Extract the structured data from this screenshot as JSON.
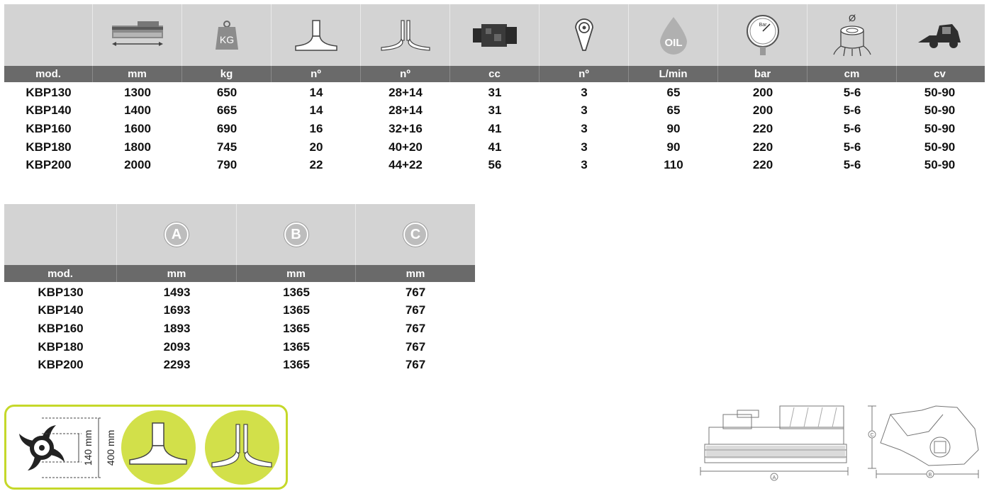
{
  "table1": {
    "icons": [
      "mod-blank",
      "width-machine-icon",
      "kg-weight-icon",
      "hammer-flail-icon",
      "y-blade-icon",
      "motor-icon",
      "belt-icon",
      "oil-icon",
      "pressure-gauge-icon",
      "stump-diameter-icon",
      "skid-steer-icon"
    ],
    "icon_texts": {
      "kg": "KG",
      "oil": "OIL",
      "bar": "Bar",
      "diameter": "Ø"
    },
    "units": [
      "mod.",
      "mm",
      "kg",
      "nº",
      "nº",
      "cc",
      "nº",
      "L/min",
      "bar",
      "cm",
      "cv"
    ],
    "rows": [
      [
        "KBP130",
        "1300",
        "650",
        "14",
        "28+14",
        "31",
        "3",
        "65",
        "200",
        "5-6",
        "50-90"
      ],
      [
        "KBP140",
        "1400",
        "665",
        "14",
        "28+14",
        "31",
        "3",
        "65",
        "200",
        "5-6",
        "50-90"
      ],
      [
        "KBP160",
        "1600",
        "690",
        "16",
        "32+16",
        "41",
        "3",
        "90",
        "220",
        "5-6",
        "50-90"
      ],
      [
        "KBP180",
        "1800",
        "745",
        "20",
        "40+20",
        "41",
        "3",
        "90",
        "220",
        "5-6",
        "50-90"
      ],
      [
        "KBP200",
        "2000",
        "790",
        "22",
        "44+22",
        "56",
        "3",
        "110",
        "220",
        "5-6",
        "50-90"
      ]
    ]
  },
  "table2": {
    "letters": [
      "A",
      "B",
      "C"
    ],
    "units": [
      "mod.",
      "mm",
      "mm",
      "mm"
    ],
    "rows": [
      [
        "KBP130",
        "1493",
        "1365",
        "767"
      ],
      [
        "KBP140",
        "1693",
        "1365",
        "767"
      ],
      [
        "KBP160",
        "1893",
        "1365",
        "767"
      ],
      [
        "KBP180",
        "2093",
        "1365",
        "767"
      ],
      [
        "KBP200",
        "2293",
        "1365",
        "767"
      ]
    ]
  },
  "rotor": {
    "inner_diameter": "140 mm",
    "outer_diameter": "400 mm"
  },
  "drawings": {
    "dim_a": "A",
    "dim_b": "B",
    "dim_c": "C"
  },
  "colors": {
    "header_gray": "#d3d3d3",
    "unit_bar": "#6a6a6a",
    "accent_green": "#c5d82a"
  }
}
